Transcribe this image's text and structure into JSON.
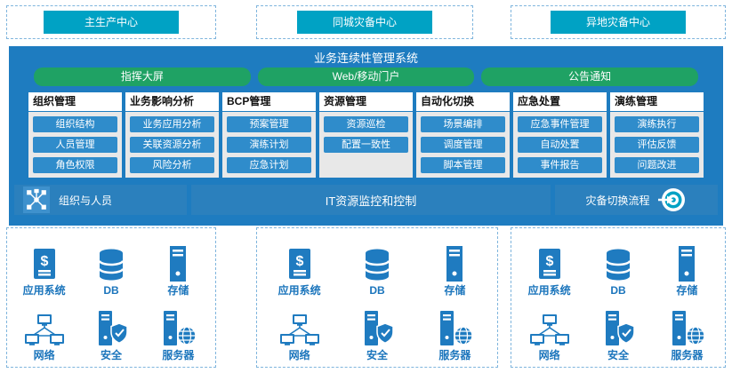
{
  "colors": {
    "teal": "#00a2c4",
    "main_blue": "#1e7cc0",
    "green": "#1fa264",
    "item_blue": "#2f8ccb",
    "panel_blue": "#2b80bd",
    "label_blue": "#1b75bc"
  },
  "centers": [
    "主生产中心",
    "同城灾备中心",
    "异地灾备中心"
  ],
  "system": {
    "title": "业务连续性管理系统",
    "portals": [
      "指挥大屏",
      "Web/移动门户",
      "公告通知"
    ],
    "modules": [
      {
        "title": "组织管理",
        "items": [
          "组织结构",
          "人员管理",
          "角色权限"
        ]
      },
      {
        "title": "业务影响分析",
        "items": [
          "业务应用分析",
          "关联资源分析",
          "风险分析"
        ]
      },
      {
        "title": "BCP管理",
        "items": [
          "预案管理",
          "演练计划",
          "应急计划"
        ]
      },
      {
        "title": "资源管理",
        "items": [
          "资源巡检",
          "配置一致性"
        ]
      },
      {
        "title": "自动化切换",
        "items": [
          "场景编排",
          "调度管理",
          "脚本管理"
        ]
      },
      {
        "title": "应急处置",
        "items": [
          "应急事件管理",
          "自动处置",
          "事件报告"
        ]
      },
      {
        "title": "演练管理",
        "items": [
          "演练执行",
          "评估反馈",
          "问题改进"
        ]
      }
    ],
    "footer": {
      "left": {
        "label": "组织与人员",
        "icon": "org-network-icon"
      },
      "center": {
        "label": "IT资源监控和控制"
      },
      "right": {
        "label": "灾备切换流程",
        "icon": "target-arrow-icon"
      }
    }
  },
  "infrastructure": {
    "groups": [
      {
        "items": [
          {
            "label": "应用系统",
            "icon": "app-system-icon"
          },
          {
            "label": "DB",
            "icon": "database-icon"
          },
          {
            "label": "存储",
            "icon": "storage-icon"
          },
          {
            "label": "网络",
            "icon": "network-icon"
          },
          {
            "label": "安全",
            "icon": "security-icon"
          },
          {
            "label": "服务器",
            "icon": "server-icon"
          }
        ]
      },
      {
        "items": [
          {
            "label": "应用系统",
            "icon": "app-system-icon"
          },
          {
            "label": "DB",
            "icon": "database-icon"
          },
          {
            "label": "存储",
            "icon": "storage-icon"
          },
          {
            "label": "网络",
            "icon": "network-icon"
          },
          {
            "label": "安全",
            "icon": "security-icon"
          },
          {
            "label": "服务器",
            "icon": "server-icon"
          }
        ]
      },
      {
        "items": [
          {
            "label": "应用系统",
            "icon": "app-system-icon"
          },
          {
            "label": "DB",
            "icon": "database-icon"
          },
          {
            "label": "存储",
            "icon": "storage-icon"
          },
          {
            "label": "网络",
            "icon": "network-icon"
          },
          {
            "label": "安全",
            "icon": "security-icon"
          },
          {
            "label": "服务器",
            "icon": "server-icon"
          }
        ]
      }
    ]
  }
}
